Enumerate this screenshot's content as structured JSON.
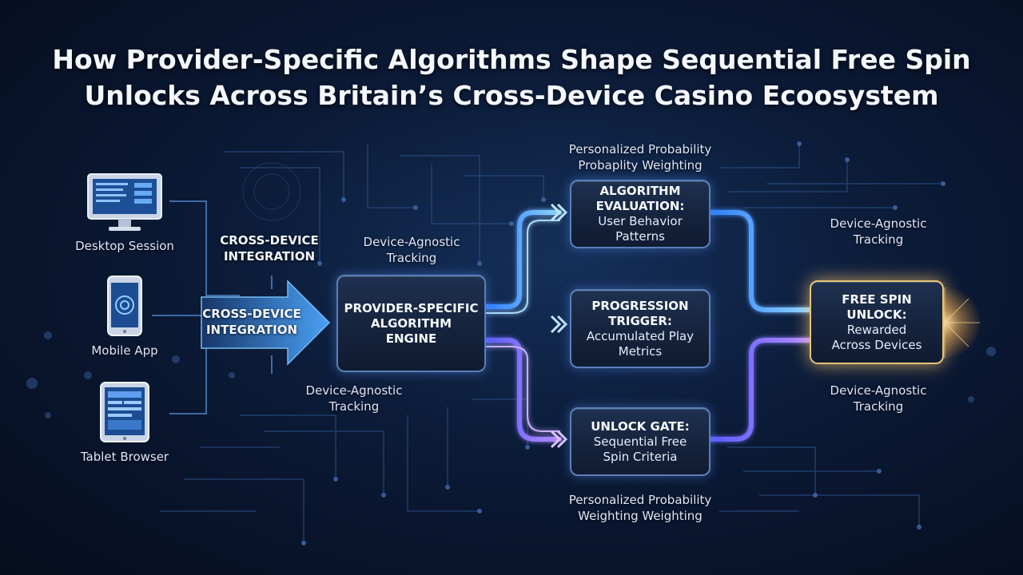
{
  "title": {
    "line1": "How Provider-Specific Algorithms Shape Sequential Free Spin",
    "line2": "Unlocks Across Britain’s Cross-Device Casino Ecoosystem"
  },
  "devices": [
    {
      "label": "Desktop Session",
      "icon": "desktop-monitor-icon"
    },
    {
      "label": "Mobile App",
      "icon": "smartphone-icon"
    },
    {
      "label": "Tablet Browser",
      "icon": "tablet-icon"
    }
  ],
  "integration_top": {
    "line1": "CROSS-DEVICE",
    "line2": "INTEGRATION"
  },
  "integration_arrow": {
    "line1": "CROSS-DEVICE",
    "line2": "INTEGRATION"
  },
  "engine": {
    "line1": "PROVIDER-SPECIFIC",
    "line2": "ALGORITHM",
    "line3": "ENGINE"
  },
  "tracking_upper_left": {
    "line1": "Device-Agnostic",
    "line2": "Tracking"
  },
  "tracking_lower_left": {
    "line1": "Device-Agnostic",
    "line2": "Tracking"
  },
  "tracking_upper_right": {
    "line1": "Device-Agnostic",
    "line2": "Tracking"
  },
  "tracking_lower_right": {
    "line1": "Device-Agnostic",
    "line2": "Tracking"
  },
  "weighting_top": {
    "line1": "Personalized Probability",
    "line2": "Probaplity Weighting"
  },
  "weighting_bottom": {
    "line1": "Personalized Probability",
    "line2": "Weighting Weighting"
  },
  "evaluation": {
    "line1": "ALGORITHM",
    "line2": "EVALUATION:",
    "line3": "User Behavior Patterns"
  },
  "progression": {
    "line1": "PROGRESSION",
    "line2": "TRIGGER:",
    "line3": "Accumulated Play",
    "line4": "Metrics"
  },
  "unlock_gate": {
    "line1": "UNLOCK GATE:",
    "line2": "Sequential Free",
    "line3": "Spin Criteria"
  },
  "free_spin": {
    "line1": "FREE SPIN",
    "line2": "UNLOCK:",
    "line3": "Rewarded",
    "line4": "Across Devices"
  },
  "colors": {
    "accent_blue": "#5fb6ff",
    "accent_violet": "#8a6cff",
    "gold_glow": "#ffcf7a",
    "background": "#0b1a36"
  }
}
